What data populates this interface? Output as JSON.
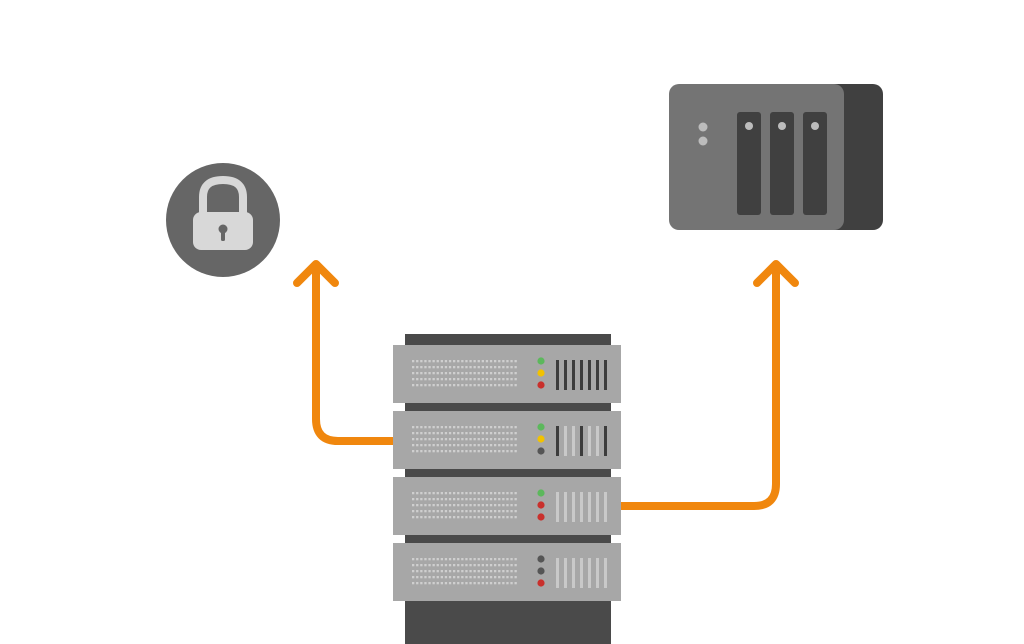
{
  "colors": {
    "background": "#ffffff",
    "arrow": "#f0870e",
    "lock_circle": "#666666",
    "lock_body": "#d8d8d8",
    "nas_front": "#747474",
    "nas_side": "#404040",
    "rack_frame": "#4a4a4a",
    "server_panel": "#a7a7a7",
    "led_green": "#5cb85c",
    "led_yellow": "#f2c200",
    "led_red": "#c9302c",
    "led_off": "#555555"
  },
  "nodes": [
    {
      "id": "lock",
      "icon": "padlock-icon"
    },
    {
      "id": "nas",
      "icon": "nas-storage-icon"
    },
    {
      "id": "server-rack",
      "icon": "server-rack-icon"
    }
  ],
  "edges": [
    {
      "from": "server-rack",
      "to": "lock",
      "icon": "arrow-up-icon"
    },
    {
      "from": "server-rack",
      "to": "nas",
      "icon": "arrow-up-icon"
    }
  ],
  "server_units": [
    {
      "leds": [
        "green",
        "yellow",
        "red"
      ],
      "vent": "dark"
    },
    {
      "leds": [
        "green",
        "yellow",
        "off"
      ],
      "vent": "mixed"
    },
    {
      "leds": [
        "green",
        "red",
        "red"
      ],
      "vent": "light"
    },
    {
      "leds": [
        "off",
        "off",
        "red"
      ],
      "vent": "light"
    }
  ]
}
